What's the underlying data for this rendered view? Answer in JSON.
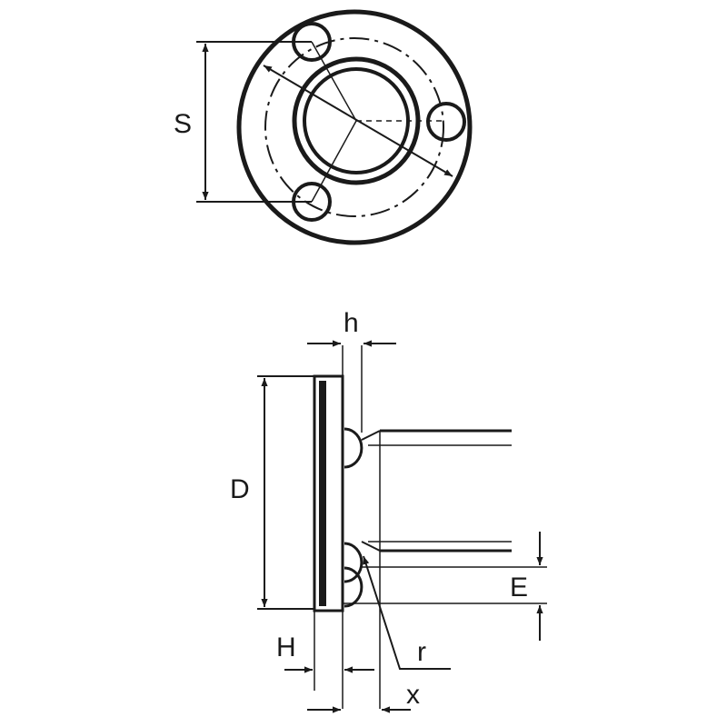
{
  "drawing": {
    "colors": {
      "line": "#1a1a1a",
      "background": "#ffffff"
    },
    "labels": {
      "S": "S",
      "h": "h",
      "D": "D",
      "E": "E",
      "H": "H",
      "r": "r",
      "x": "x"
    }
  }
}
